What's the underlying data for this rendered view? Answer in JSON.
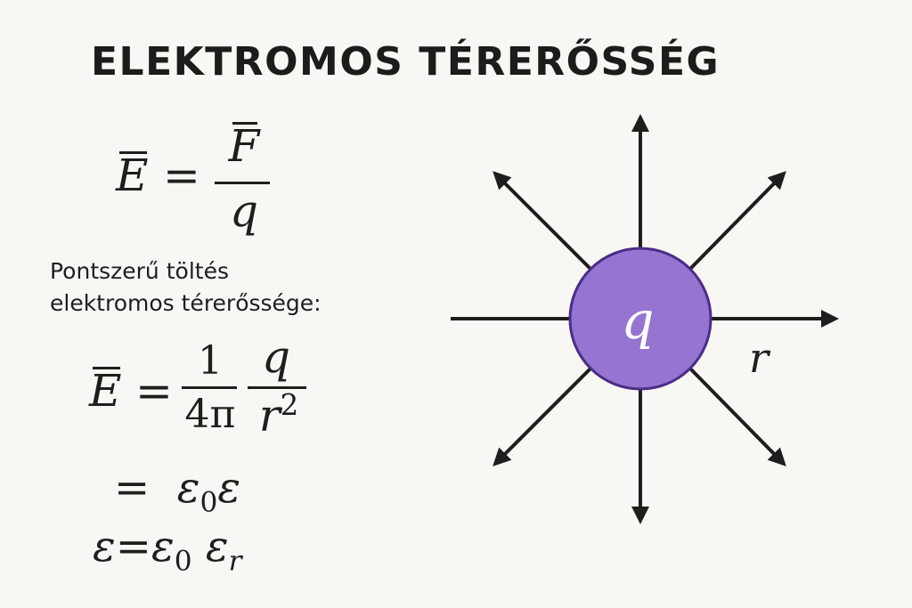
{
  "title": "ELEKTROMOS TÉRERŐSSÉG",
  "formula1": {
    "lhs": "E",
    "equals": "=",
    "numerator": "F",
    "denominator": "q"
  },
  "caption": {
    "line1": "Pontszerű töltés",
    "line2": "elektromos térerőssége:"
  },
  "formula2": {
    "lhs": "E",
    "equals": "=",
    "num1": "1",
    "den1": "4π",
    "num2": "q",
    "den2_base": "r",
    "den2_exp": "2"
  },
  "formula3": {
    "equals": "=",
    "eps0": "ε",
    "eps0_sub": "0",
    "eps": "ε"
  },
  "formula4": {
    "eps": "ε",
    "equals": "=",
    "eps0": "ε",
    "eps0_sub": "0",
    "epsr": "ε",
    "epsr_sub": "r"
  },
  "diagram": {
    "charge_label": "q",
    "radius_label": "r",
    "charge_color": "#9575d1",
    "charge_stroke": "#4b2d87",
    "arrow_color": "#1e1e1e"
  }
}
